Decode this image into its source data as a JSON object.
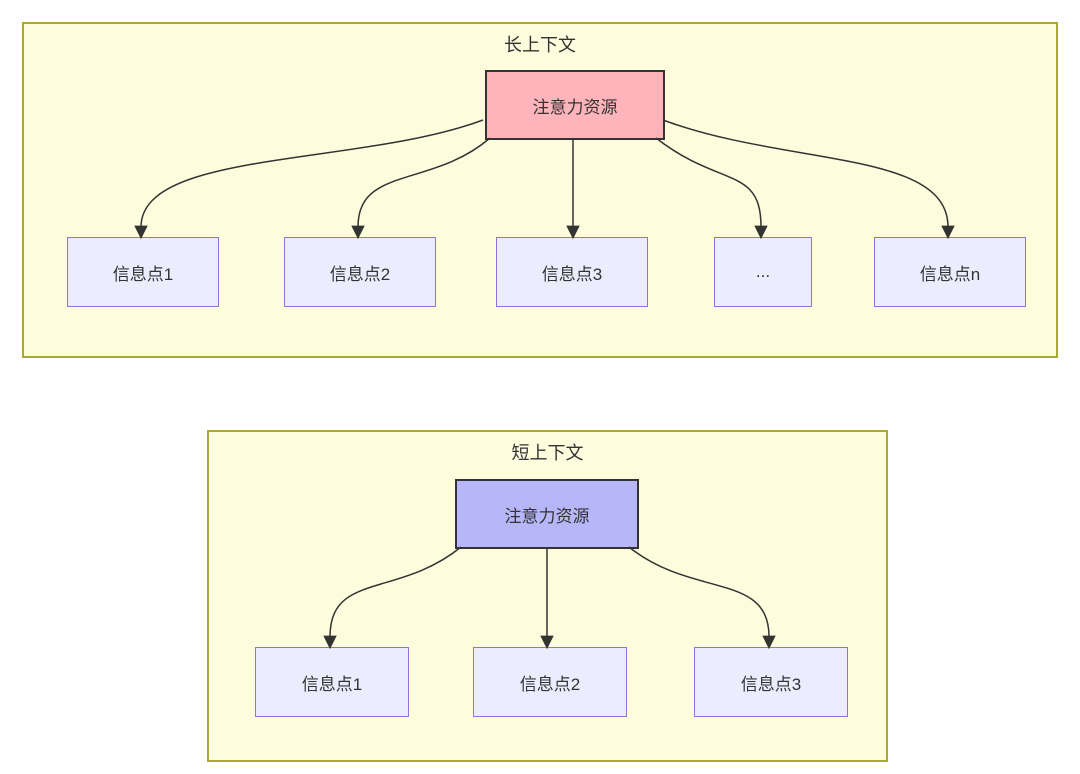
{
  "diagram": {
    "colors": {
      "cluster_fill": "#fdfdde",
      "cluster_border": "#aaaa33",
      "node_fill": "#ececff",
      "node_border": "#9370db",
      "attention_long_fill": "#ffb3ba",
      "attention_short_fill": "#b6b6f8",
      "attention_border": "#333333",
      "arrow": "#333333",
      "text": "#333333"
    },
    "sections": [
      {
        "title": "长上下文",
        "source": {
          "label": "注意力资源",
          "fill": "#ffb3ba"
        },
        "targets": [
          {
            "label": "信息点1"
          },
          {
            "label": "信息点2"
          },
          {
            "label": "信息点3"
          },
          {
            "label": "..."
          },
          {
            "label": "信息点n"
          }
        ]
      },
      {
        "title": "短上下文",
        "source": {
          "label": "注意力资源",
          "fill": "#b6b6f8"
        },
        "targets": [
          {
            "label": "信息点1"
          },
          {
            "label": "信息点2"
          },
          {
            "label": "信息点3"
          }
        ]
      }
    ]
  }
}
